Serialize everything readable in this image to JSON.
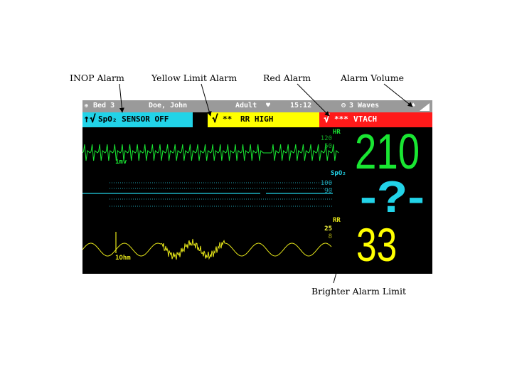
{
  "callouts": {
    "inop": "INOP Alarm",
    "yellow": "Yellow Limit Alarm",
    "red": "Red Alarm",
    "volume": "Alarm Volume",
    "brighter": "Brighter Alarm Limit"
  },
  "topbar": {
    "bed": "Bed 3",
    "patient": "Doe, John",
    "category": "Adult",
    "time": "15:12",
    "waves": "3 Waves"
  },
  "alarms": {
    "inop": {
      "check": "↑√",
      "prefix": "",
      "text": "SpO₂ SENSOR OFF",
      "color": "#22d3e8"
    },
    "yellow": {
      "check": "√",
      "prefix": "**",
      "text": "RR HIGH",
      "color": "#ffff00"
    },
    "red": {
      "check": "√",
      "prefix": "***",
      "text": "VTACH",
      "color": "#ff1a1a"
    }
  },
  "waves": {
    "ecg_scale": "1mv",
    "resp_scale": "1Ohm"
  },
  "params": {
    "hr": {
      "label": "HR",
      "high": "120",
      "low": "50",
      "value": "210",
      "color": "#19e632"
    },
    "spo2": {
      "label": "SpO₂",
      "high": "100",
      "low": "90",
      "value": "-?-",
      "color": "#22d3e8"
    },
    "rr": {
      "label": "RR",
      "high": "25",
      "low": "8",
      "value": "33",
      "color": "#ffff00"
    }
  }
}
